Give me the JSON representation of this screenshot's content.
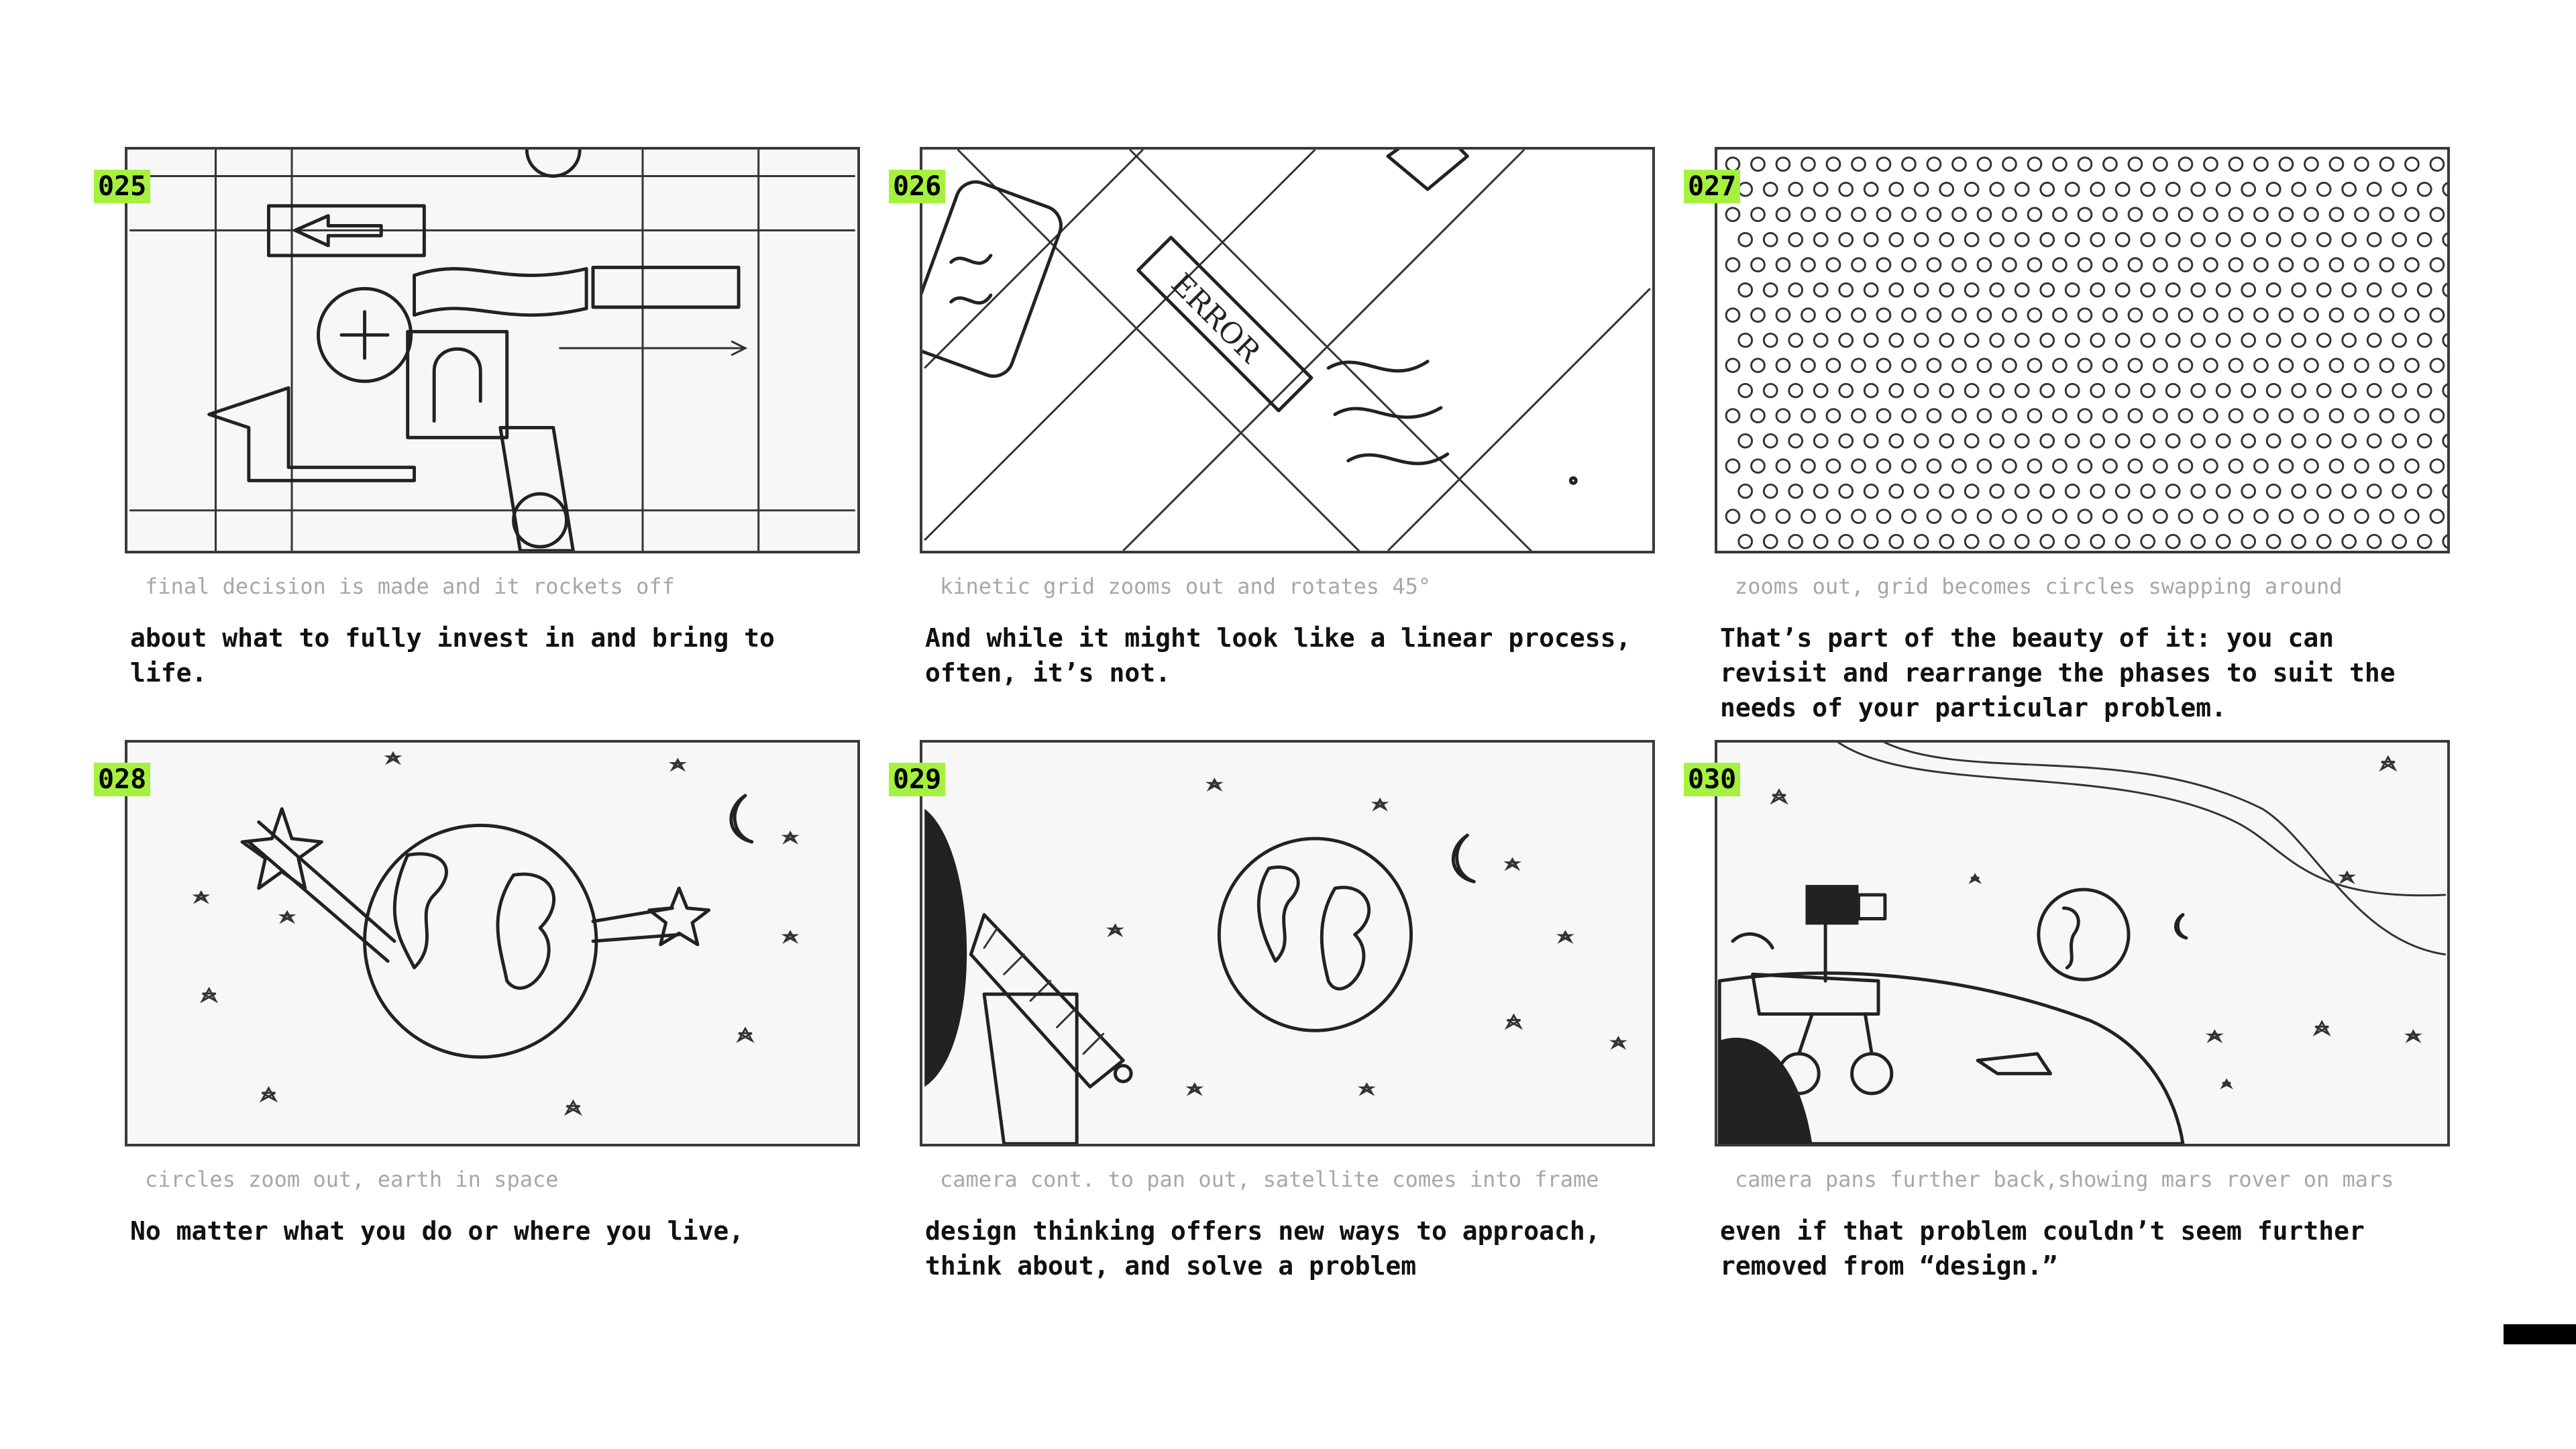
{
  "panels": [
    {
      "number": "025",
      "note": "final decision is made and it rockets off",
      "caption": "about what to fully invest in and bring to life."
    },
    {
      "number": "026",
      "note": "kinetic grid zooms out and rotates 45°",
      "caption": "And while it might look like a linear process, often, it’s not."
    },
    {
      "number": "027",
      "note": "zooms out, grid becomes circles swapping around",
      "caption": "That’s part of the beauty of it: you can revisit and rearrange the phases to suit the needs of your particular problem."
    },
    {
      "number": "028",
      "note": "circles zoom out, earth in space",
      "caption": "No matter what you do or where you live,"
    },
    {
      "number": "029",
      "note": "camera cont. to pan out, satellite comes into frame",
      "caption": "design thinking offers new ways to approach, think about, and solve a problem"
    },
    {
      "number": "030",
      "note": "camera pans further back,showing mars rover on mars",
      "caption": "even if that problem couldn’t seem further removed from “design.”"
    }
  ],
  "sketch_text": {
    "error_sign": "ERROR"
  },
  "colors": {
    "number_badge": "#a6f13f",
    "frame_border": "#3a3a3a",
    "note_text": "#a7a7a7"
  }
}
